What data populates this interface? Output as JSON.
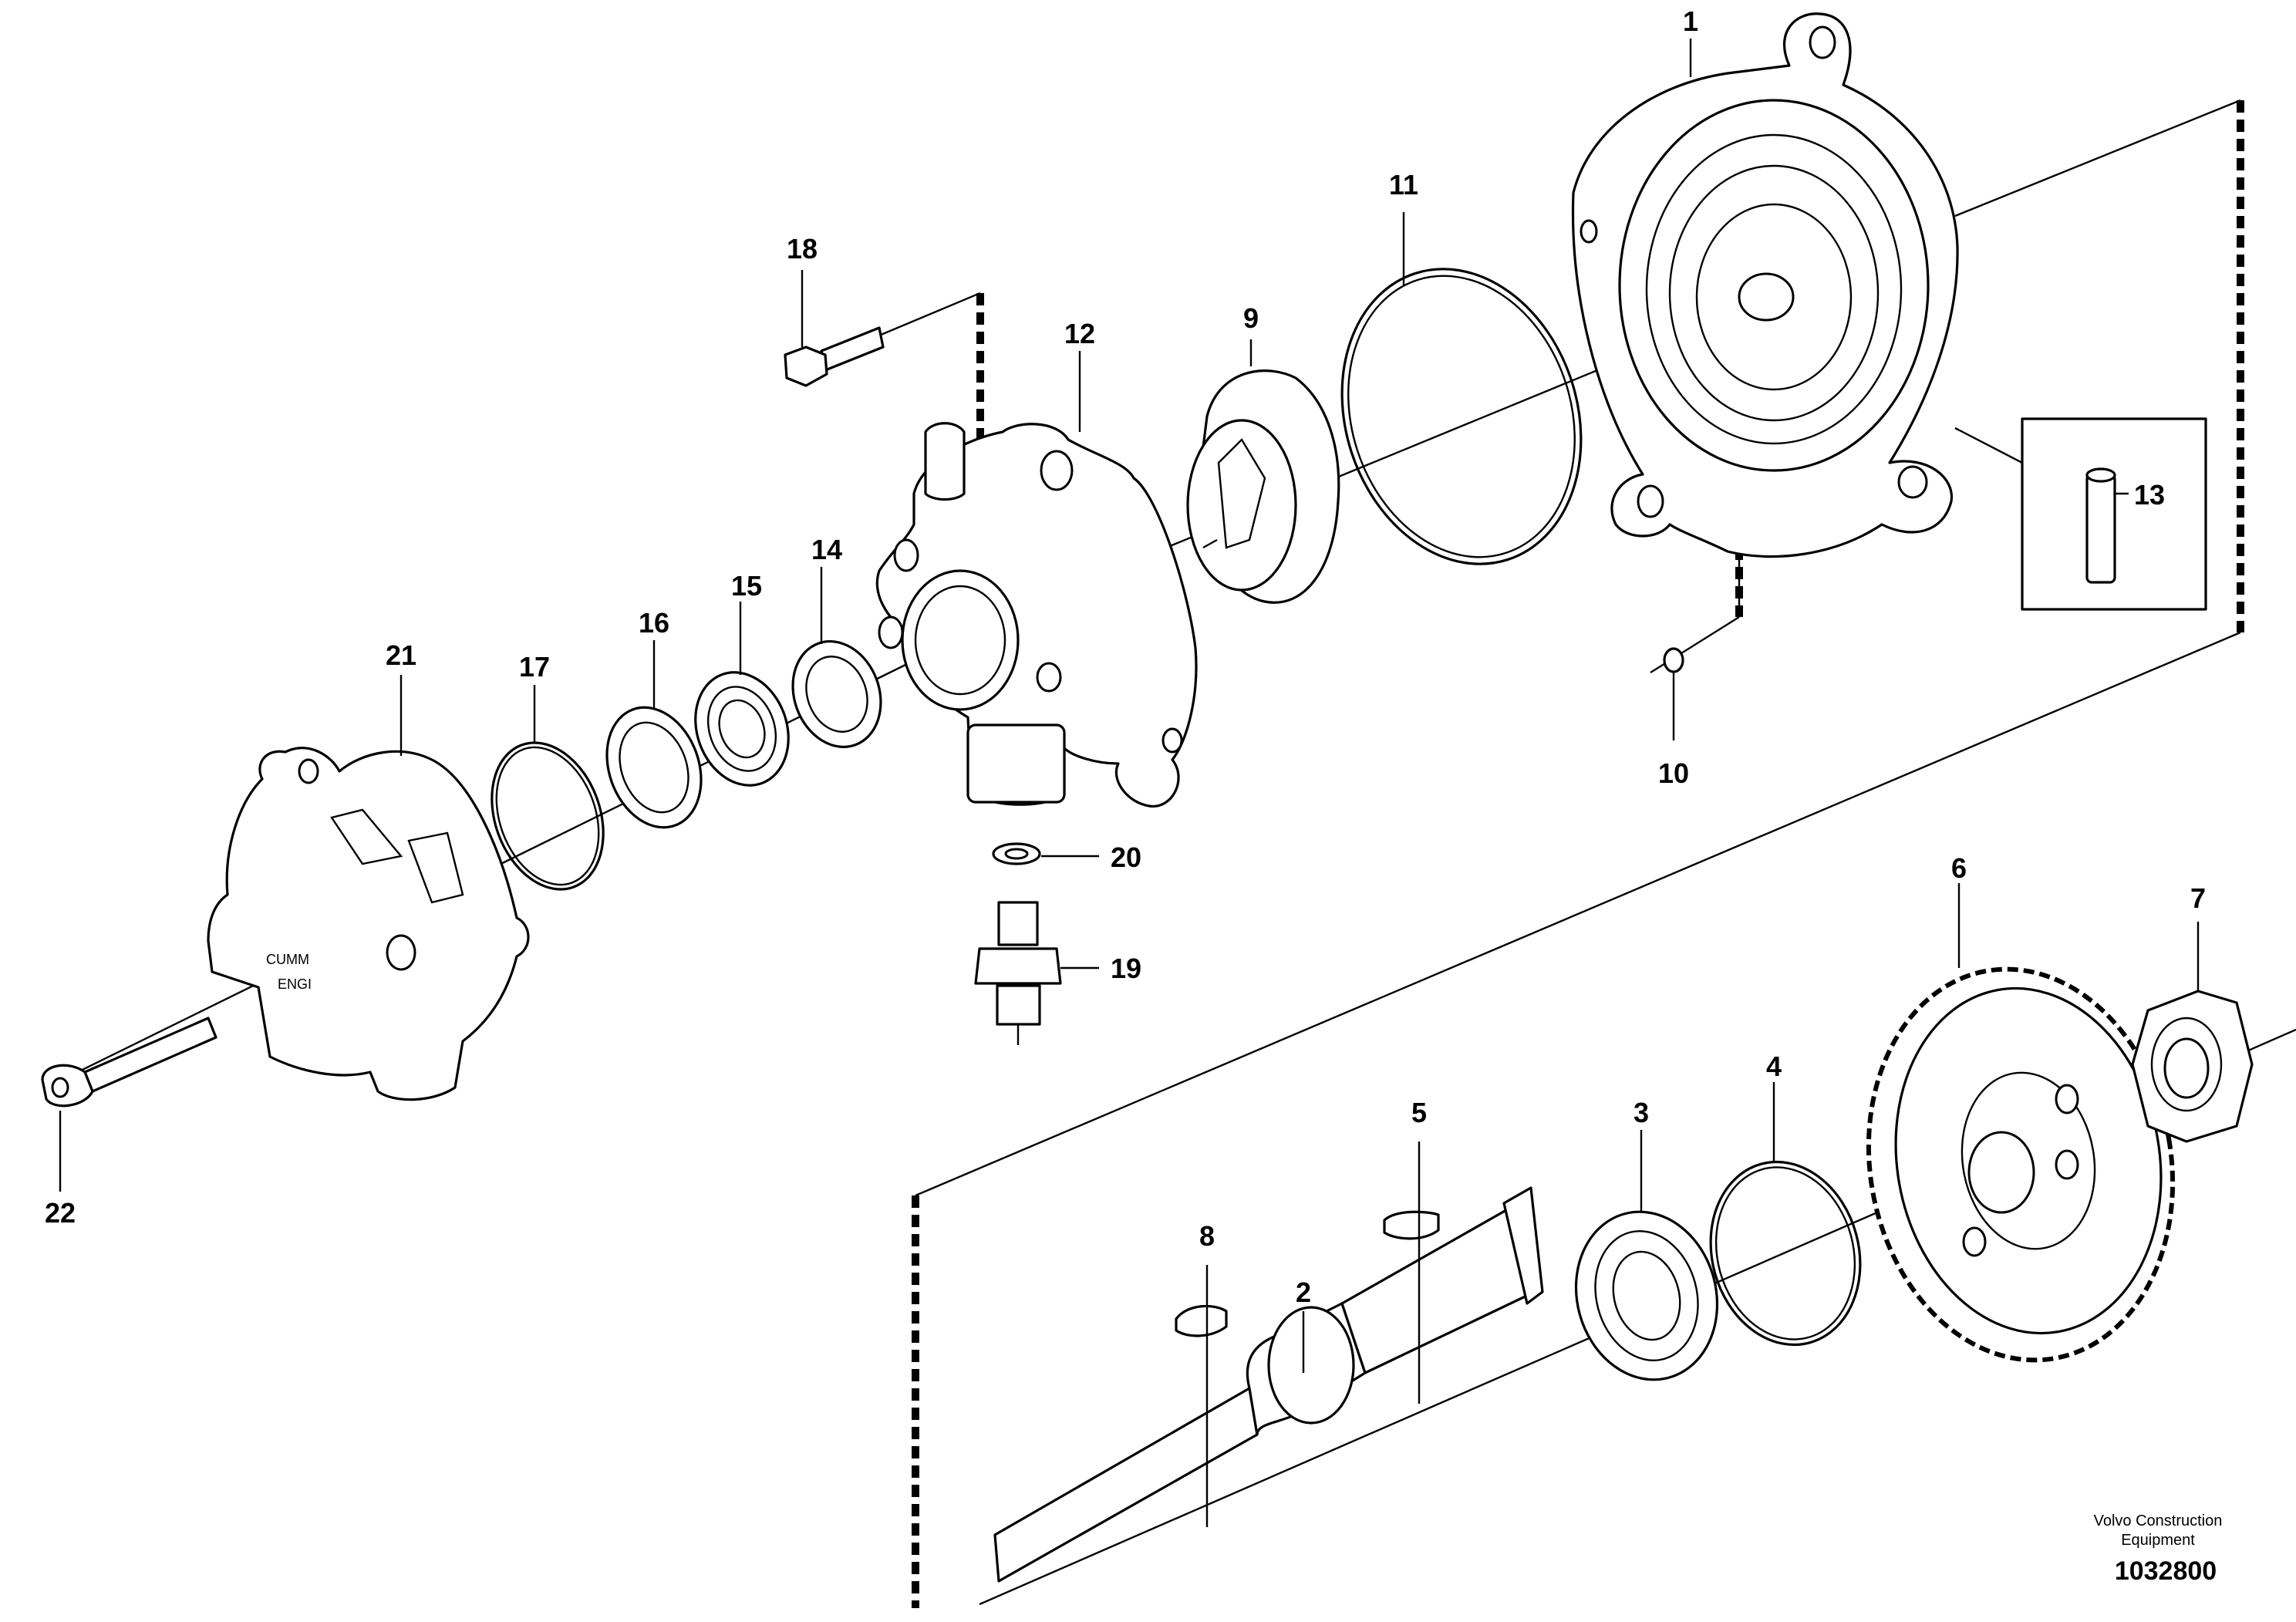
{
  "diagram": {
    "callouts": [
      "1",
      "2",
      "3",
      "4",
      "5",
      "6",
      "7",
      "8",
      "9",
      "10",
      "11",
      "12",
      "13",
      "14",
      "15",
      "16",
      "17",
      "18",
      "19",
      "20",
      "21",
      "22"
    ],
    "brand_line1": "Volvo Construction",
    "brand_line2": "Equipment",
    "doc_number": "1032800",
    "housing_text_line1": "CUMM",
    "housing_text_line2": "ENGI"
  }
}
